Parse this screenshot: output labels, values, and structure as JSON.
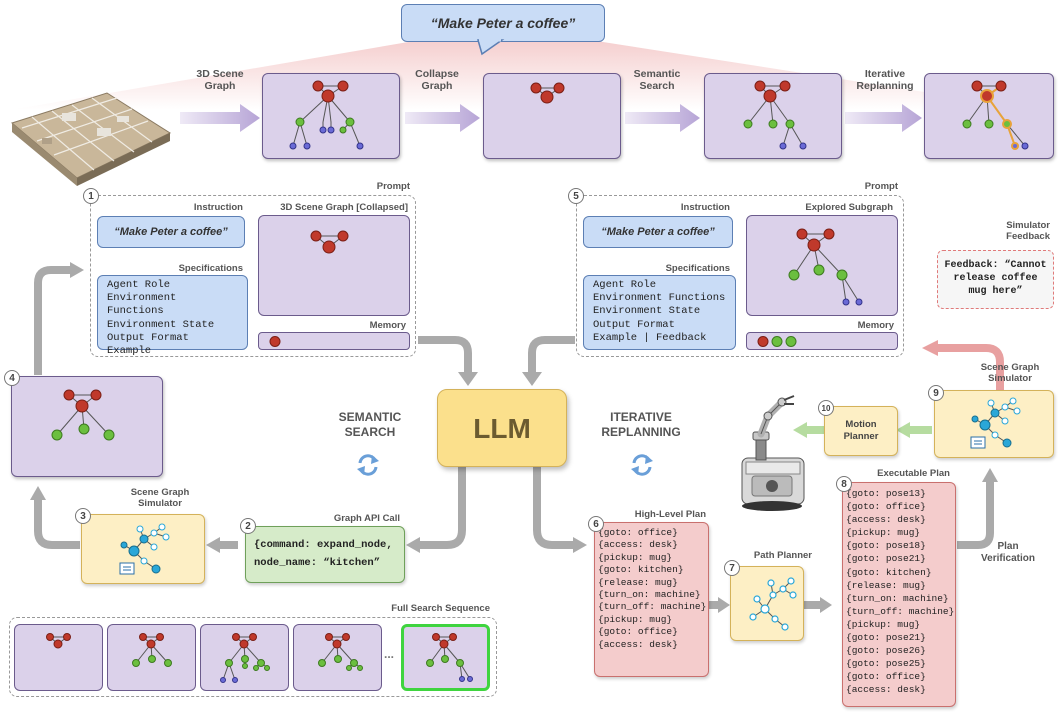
{
  "instruction_top": "“Make Peter a coffee”",
  "pipeline": {
    "step1": "3D Scene\nGraph",
    "step2": "Collapse\nGraph",
    "step3": "Semantic\nSearch",
    "step4": "Iterative\nReplanning"
  },
  "prompt_left": {
    "number": "1",
    "title": "Prompt",
    "instruction_label": "Instruction",
    "instruction_text": "“Make Peter a coffee”",
    "specs_label": "Specifications",
    "specs": [
      "Agent Role",
      "Environment Functions",
      "Environment State",
      "Output Format",
      "Example"
    ],
    "graph_label": "3D Scene Graph [Collapsed]",
    "memory_label": "Memory"
  },
  "prompt_right": {
    "number": "5",
    "title": "Prompt",
    "instruction_label": "Instruction",
    "instruction_text": "“Make Peter a coffee”",
    "specs_label": "Specifications",
    "specs": [
      "Agent Role",
      "Environment Functions",
      "Environment State",
      "Output Format",
      "Example | Feedback"
    ],
    "graph_label": "Explored Subgraph",
    "memory_label": "Memory"
  },
  "simulator_feedback": {
    "label": "Simulator\nFeedback",
    "text": "Feedback: “Cannot release coffee mug here”"
  },
  "llm_label": "LLM",
  "semantic_search_label": "SEMANTIC\nSEARCH",
  "iterative_replanning_label": "ITERATIVE\nREPLANNING",
  "node4": {
    "number": "4"
  },
  "node3": {
    "number": "3",
    "label": "Scene Graph\nSimulator"
  },
  "node2": {
    "number": "2",
    "label": "Graph API Call",
    "lines": [
      "{command: expand_node,",
      "node_name: “kitchen”"
    ]
  },
  "full_search": {
    "label": "Full Search Sequence",
    "ellipsis": "..."
  },
  "high_level_plan": {
    "number": "6",
    "label": "High-Level Plan",
    "lines": [
      "{goto: office}",
      "{access: desk}",
      "{pickup: mug}",
      "{goto: kitchen}",
      "{release: mug}",
      "{turn_on: machine}",
      "{turn_off: machine}",
      "{pickup: mug}",
      "{goto: office}",
      "{access: desk}"
    ]
  },
  "path_planner": {
    "number": "7",
    "label": "Path Planner"
  },
  "executable_plan": {
    "number": "8",
    "label": "Executable Plan",
    "lines": [
      "{goto: pose13}",
      "{goto: office}",
      "{access: desk}",
      "{pickup: mug}",
      "{goto: pose18}",
      "{goto: pose21}",
      "{goto: kitchen}",
      "{release: mug}",
      "{turn_on: machine}",
      "{turn_off: machine}",
      "{pickup: mug}",
      "{goto: pose21}",
      "{goto: pose26}",
      "{goto: pose25}",
      "{goto: office}",
      "{access: desk}"
    ]
  },
  "plan_verification": "Plan\nVerification",
  "scene_graph_simulator_9": {
    "number": "9",
    "label": "Scene Graph\nSimulator"
  },
  "motion_planner": {
    "number": "10",
    "label": "Motion\nPlanner"
  },
  "colors": {
    "node_red": "#c0392b",
    "node_green": "#6bbf3f",
    "node_blue": "#6a6ad6",
    "node_orange": "#e8a33a",
    "graph_cyan": "#2aa7d8"
  }
}
